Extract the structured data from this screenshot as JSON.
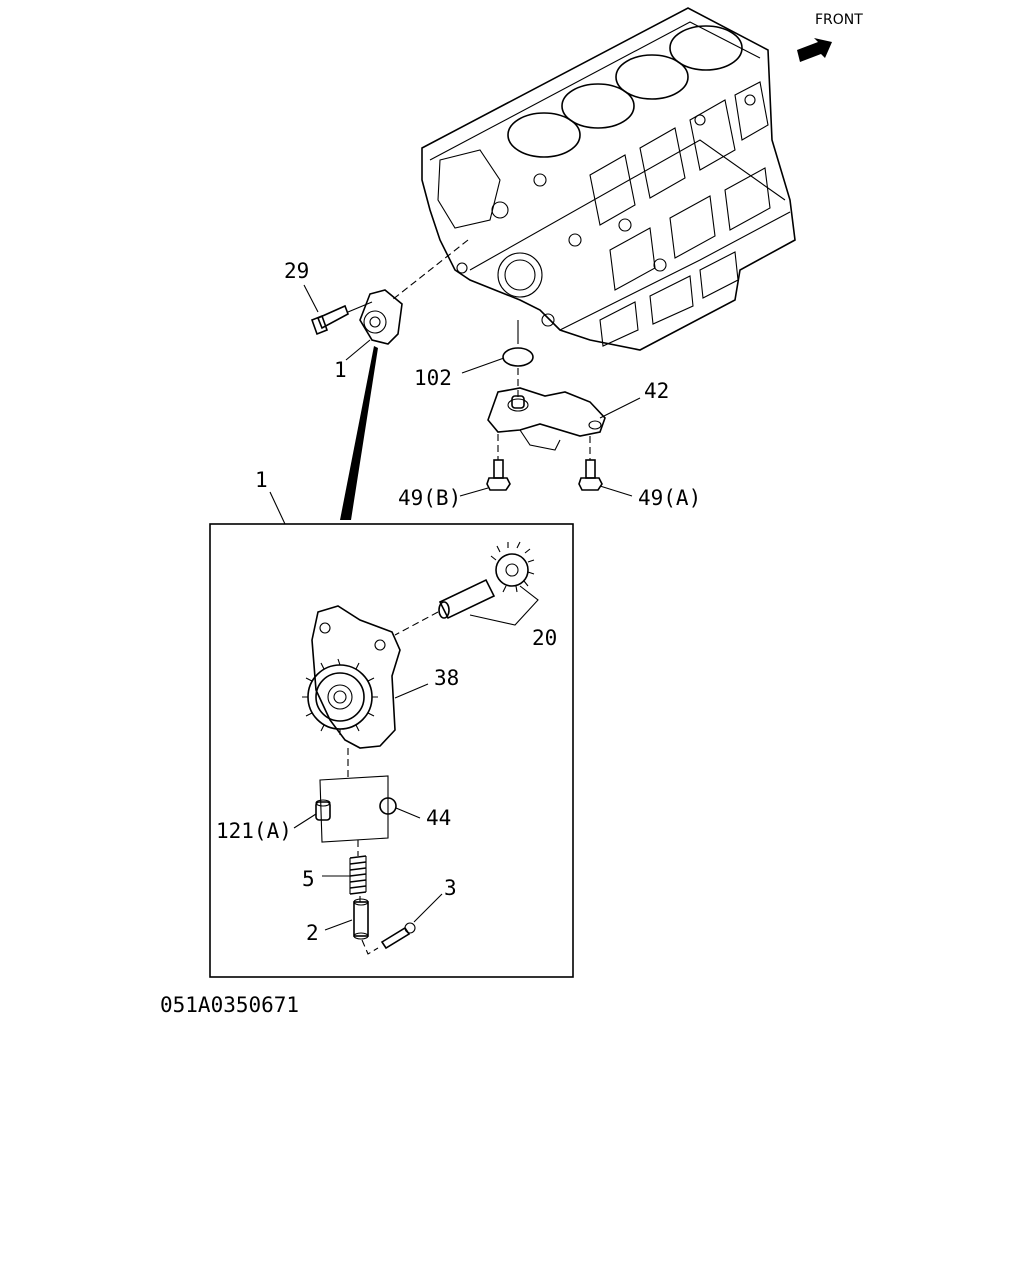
{
  "front_label": "FRONT",
  "drawing_number": "051A0350671",
  "callouts": {
    "c29": "29",
    "c1_top": "1",
    "c102": "102",
    "c42": "42",
    "c49b": "49(B)",
    "c49a": "49(A)",
    "c1_box": "1",
    "c20": "20",
    "c38": "38",
    "c121a": "121(A)",
    "c44": "44",
    "c5": "5",
    "c3": "3",
    "c2": "2"
  }
}
